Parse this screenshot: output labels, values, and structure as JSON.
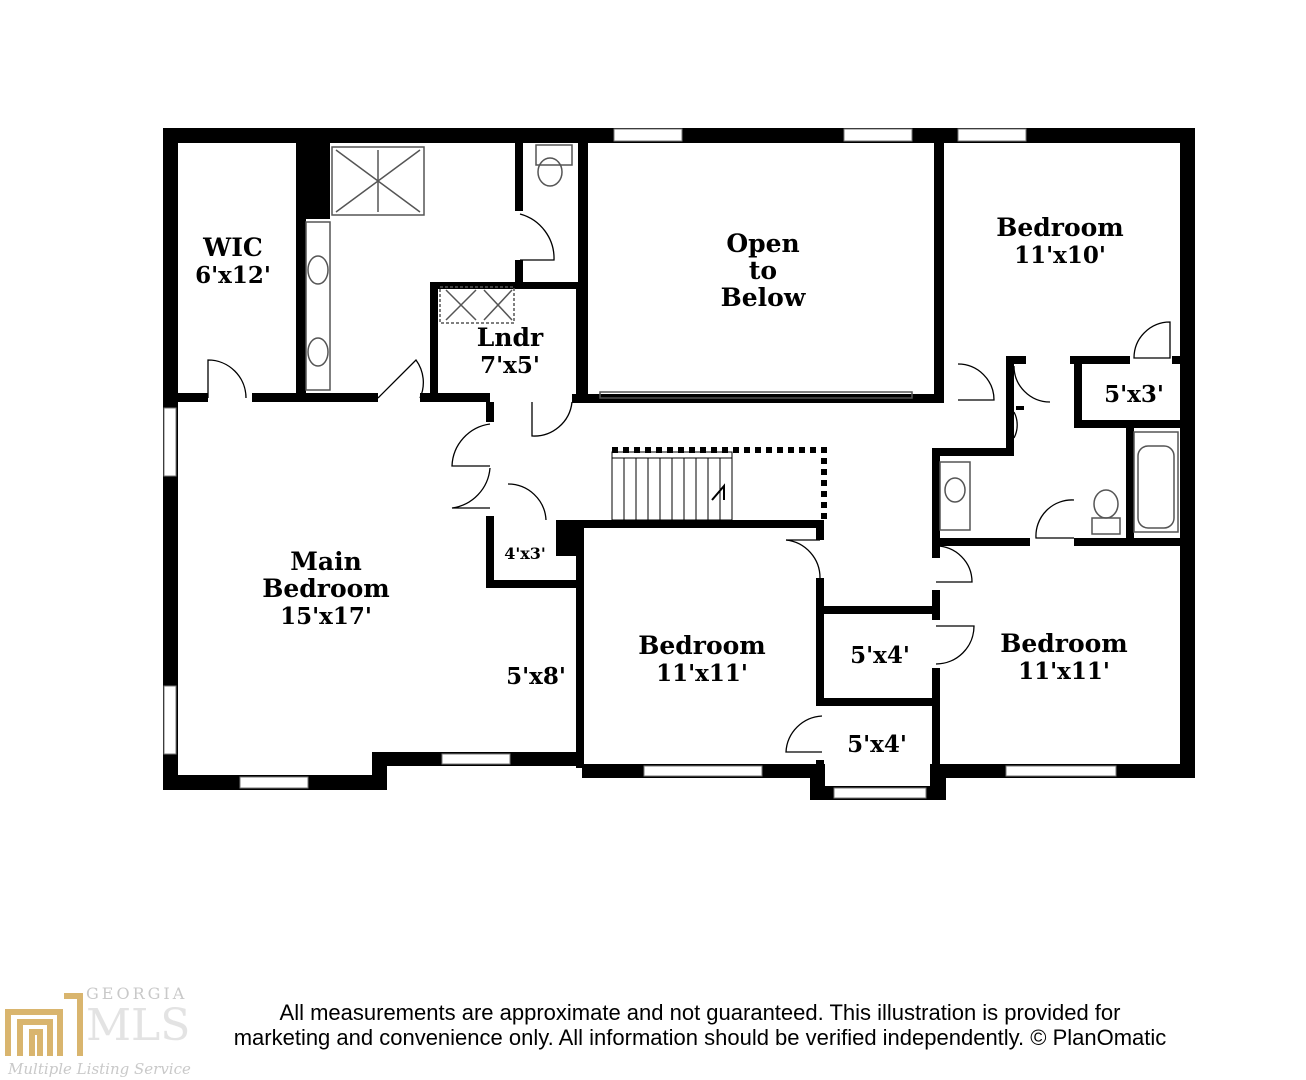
{
  "rooms": {
    "wic": {
      "name": "WIC",
      "size": "6'x12'"
    },
    "lndr": {
      "name": "Lndr",
      "size": "7'x5'"
    },
    "open": {
      "line1": "Open",
      "line2": "to",
      "line3": "Below"
    },
    "bedroom_ne": {
      "name": "Bedroom",
      "size": "11'x10'"
    },
    "closet_5x3": {
      "size": "5'x3'"
    },
    "main": {
      "line1": "Main",
      "line2": "Bedroom",
      "size": "15'x17'"
    },
    "closet_4x3": {
      "size": "4'x3'"
    },
    "closet_5x8": {
      "size": "5'x8'"
    },
    "bedroom_center": {
      "name": "Bedroom",
      "size": "11'x11'"
    },
    "closet_5x4_upper": {
      "size": "5'x4'"
    },
    "closet_5x4_lower": {
      "size": "5'x4'"
    },
    "bedroom_se": {
      "name": "Bedroom",
      "size": "11'x11'"
    }
  },
  "disclaimer": {
    "line1": "All measurements are approximate and not guaranteed. This illustration is provided for",
    "line2": "marketing and convenience only. All information should be verified independently. © PlanOmatic"
  },
  "watermark": {
    "top": "GEORGIA",
    "middle": "MLS",
    "bottom": "Multiple Listing Service"
  },
  "colors": {
    "wall": "#000000",
    "background": "#ffffff",
    "watermark": "#c9a15a"
  }
}
